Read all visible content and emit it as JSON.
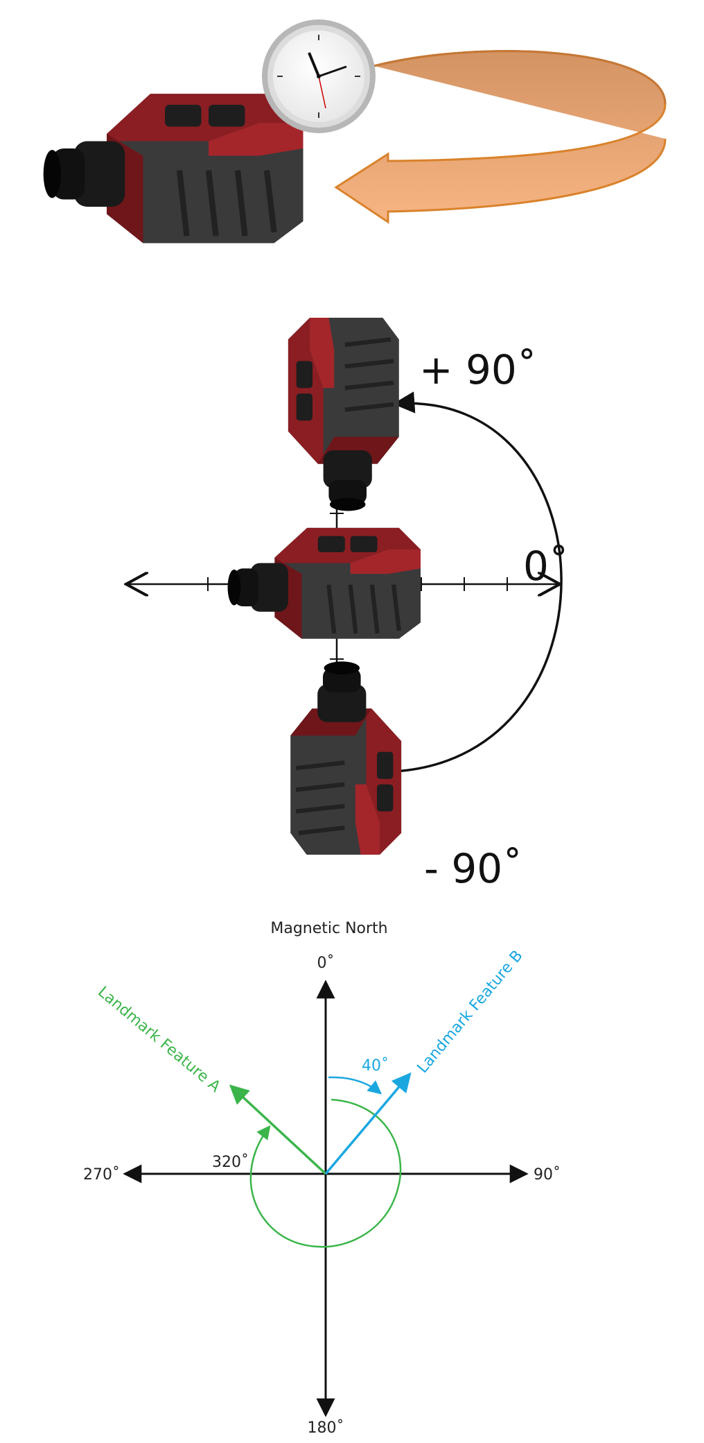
{
  "panel_rotation": {
    "clock_icon": "wall-clock-icon",
    "device_icon": "laser-rangefinder-icon",
    "arrow_color": "#f4a46e",
    "arrow_stroke": "#d9822b"
  },
  "panel_tilt": {
    "label_plus": "+ 90˚",
    "label_zero": "0˚",
    "label_minus": "- 90˚",
    "device_color": "#8b1e23"
  },
  "panel_compass": {
    "north_label": "Magnetic North",
    "deg_0": "0˚",
    "deg_90": "90˚",
    "deg_180": "180˚",
    "deg_270": "270˚",
    "feature_a": "Landmark Feature A",
    "feature_b": "Landmark Feature B",
    "angle_a": "320˚",
    "angle_b": "40˚",
    "color_a": "#3bb54a",
    "color_b": "#1aa7e0"
  }
}
